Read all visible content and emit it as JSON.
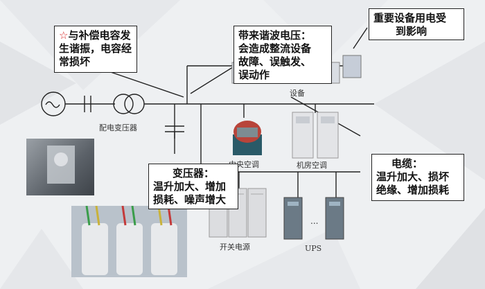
{
  "callouts": {
    "capacitor": {
      "star": "☆",
      "lines": [
        "与补偿电容发",
        "生谐振，电容经",
        "常损坏"
      ]
    },
    "harmonic_voltage": {
      "lines": [
        "带来谐波电压：",
        "会造成整流设备",
        "故障、误触发、",
        "误动作"
      ]
    },
    "important_equipment": {
      "lines": [
        "重要设备用电受",
        "到影响"
      ]
    },
    "transformer": {
      "lines": [
        "变压器：",
        "温升加大、增加",
        "损耗、噪声增大"
      ]
    },
    "cable": {
      "lines": [
        "电缆：",
        "温升加大、损坏",
        "绝缘、增加损耗"
      ]
    }
  },
  "labels": {
    "distribution_transformer": "配电变压器",
    "equipment": "设备",
    "central_ac": "中央空调",
    "room_ac": "机房空调",
    "switch_power": "开关电源",
    "ups": "UPS",
    "ellipsis": "..."
  },
  "colors": {
    "line": "#222222",
    "background": "#eef0f2",
    "star": "#d62020",
    "cabinet": "#dcdde0"
  }
}
